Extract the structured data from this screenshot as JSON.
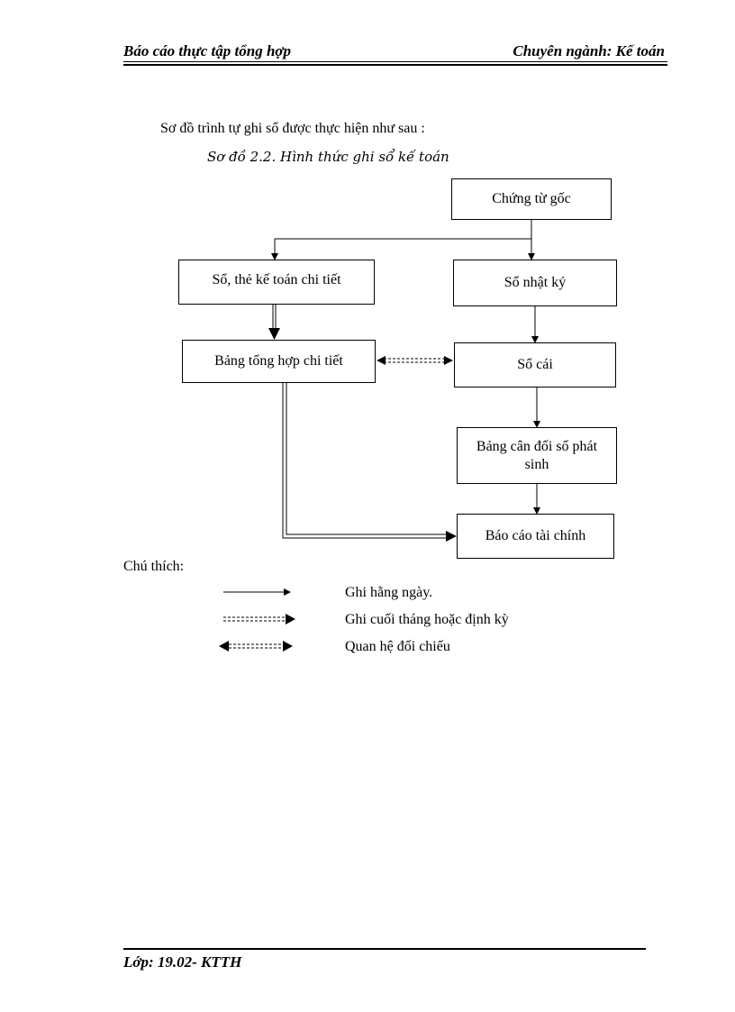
{
  "header": {
    "left": "Báo cáo thực tập tổng hợp",
    "right": "Chuyên ngành: Kế toán"
  },
  "intro": "Sơ đồ trình tự ghi sổ được thực hiện như sau :",
  "caption": "Sơ đồ 2.2. Hình thức ghi sổ kế toán",
  "diagram": {
    "chung_tu_goc": "Chứng từ gốc",
    "so_the_ke_toan": "Sổ, thẻ kế toán chi tiết",
    "so_nhat_ky": "Sổ nhật ký",
    "bang_tong_hop": "Bảng tổng hợp chi tiết",
    "so_cai": "Sổ cái",
    "bang_can_doi": "Bảng cân đối số phát sinh",
    "bao_cao": "Báo cáo tài chính"
  },
  "legend": {
    "title": "Chú thích:",
    "daily": "Ghi hằng ngày.",
    "periodic": "Ghi cuối tháng hoặc định kỳ",
    "reconcile": "Quan hệ đối chiếu"
  },
  "footer": "Lớp: 19.02- KTTH"
}
